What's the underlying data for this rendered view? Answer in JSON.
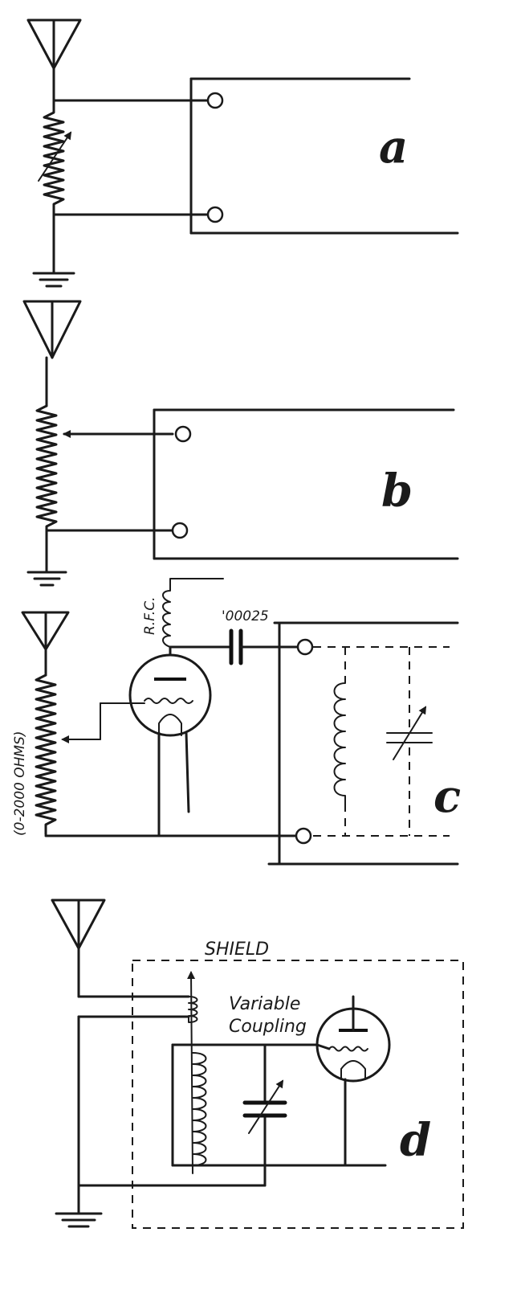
{
  "panels": [
    {
      "id": "a",
      "letter": "a"
    },
    {
      "id": "b",
      "letter": "b"
    },
    {
      "id": "c",
      "letter": "c",
      "rfc_label": "R.F.C.",
      "capacitor_label": "'00025",
      "resistor_label": "(0-2000 OHMS)"
    },
    {
      "id": "d",
      "letter": "d",
      "shield_label": "SHIELD",
      "coupling_label_line1": "Variable",
      "coupling_label_line2": "Coupling"
    }
  ],
  "colors": {
    "ink": "#1a1a1a",
    "paper": "#ffffff"
  }
}
